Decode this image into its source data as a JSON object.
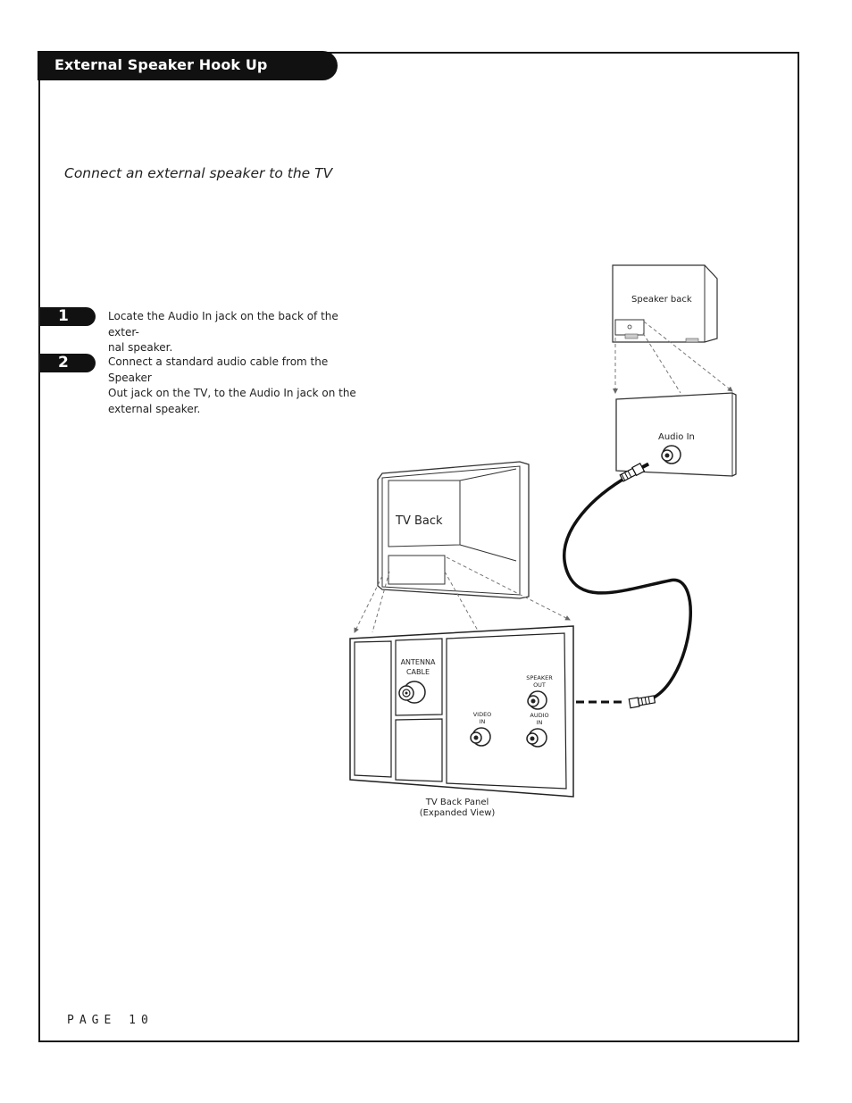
{
  "header": {
    "title": "External Speaker Hook Up"
  },
  "subtitle": "Connect an external speaker to the TV",
  "steps": [
    {
      "number": "1",
      "lines": [
        "Locate the Audio In jack on the back of the exter-",
        "nal speaker."
      ]
    },
    {
      "number": "2",
      "lines": [
        "Connect a standard audio cable from the Speaker",
        "Out jack on the TV, to the Audio In jack on the",
        "external speaker."
      ]
    }
  ],
  "diagram": {
    "speaker_back_label": "Speaker back",
    "audio_in_label": "Audio In",
    "tv_back_label": "TV Back",
    "antenna_label_1": "ANTENNA",
    "antenna_label_2": "CABLE",
    "speaker_out_label_1": "SPEAKER",
    "speaker_out_label_2": "OUT",
    "video_in_label_1": "VIDEO",
    "video_in_label_2": "IN",
    "audio_in_jack_label_1": "AUDIO",
    "audio_in_jack_label_2": "IN",
    "panel_caption_1": "TV Back Panel",
    "panel_caption_2": "(Expanded View)"
  },
  "footer": {
    "page_label": "PAGE 10"
  }
}
